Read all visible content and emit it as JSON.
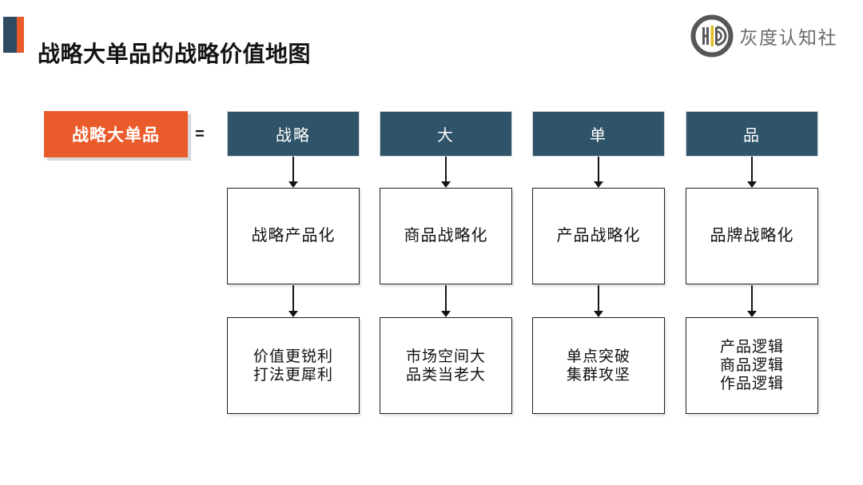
{
  "header": {
    "title": "战略大单品的战略价值地图",
    "brand": "灰度认知社"
  },
  "equation": {
    "left_label": "战略大单品",
    "operator": "="
  },
  "columns": [
    {
      "header": "战略",
      "middle": "战略产品化",
      "bottom_lines": [
        "价值更锐利",
        "打法更犀利"
      ]
    },
    {
      "header": "大",
      "middle": "商品战略化",
      "bottom_lines": [
        "市场空间大",
        "品类当老大"
      ]
    },
    {
      "header": "单",
      "middle": "产品战略化",
      "bottom_lines": [
        "单点突破",
        "集群攻坚"
      ]
    },
    {
      "header": "品",
      "middle": "品牌战略化",
      "bottom_lines": [
        "产品逻辑",
        "商品逻辑",
        "作品逻辑"
      ]
    }
  ],
  "colors": {
    "accent_orange": "#EA5B2B",
    "header_slate": "#2F5368",
    "title_bar_dark": "#2E4B61",
    "logo_gray": "#57575B",
    "logo_yellow": "#E2BE1B",
    "box_border": "#1F1F1F"
  },
  "icons": {
    "brand_logo_icon": "hd-circle-monogram"
  }
}
